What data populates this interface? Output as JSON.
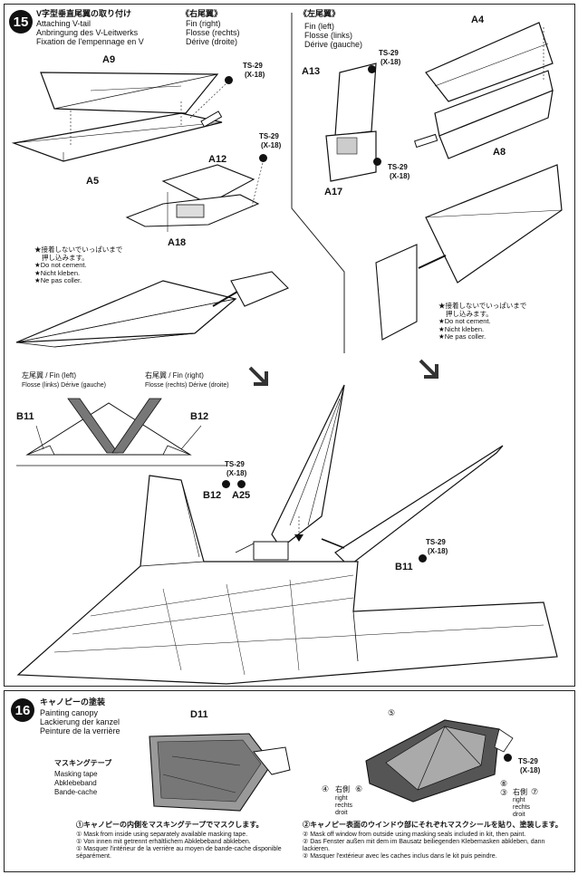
{
  "step15": {
    "number": "15",
    "title_jp": "V字型垂直尾翼の取り付け",
    "title_en": "Attaching V-tail",
    "title_de": "Anbringung des V-Leitwerks",
    "title_fr": "Fixation de l'empennage en V",
    "right_header_jp": "《右尾翼》",
    "right_header_en": "Fin (right)",
    "right_header_de": "Flosse (rechts)",
    "right_header_fr": "Dérive (droite)",
    "left_header_jp": "《左尾翼》",
    "left_header_en": "Fin (left)",
    "left_header_de": "Flosse (links)",
    "left_header_fr": "Dérive (gauche)",
    "parts": {
      "a9": "A9",
      "a5": "A5",
      "a12": "A12",
      "a18": "A18",
      "a4": "A4",
      "a8": "A8",
      "a13": "A13",
      "a17": "A17",
      "b11": "B11",
      "b12": "B12",
      "a25": "A25"
    },
    "screw": "TS-29",
    "screw_alt": "(X-18)",
    "no_cement_jp_1": "★接着しないでいっぱいまで",
    "no_cement_jp_2": "押し込みます。",
    "no_cement_en": "★Do not cement.",
    "no_cement_de": "★Nicht kleben.",
    "no_cement_fr": "★Ne pas coller.",
    "fin_left_label": "左尾翼 / Fin (left)",
    "fin_left_sub": "Flosse (links)   Dérive (gauche)",
    "fin_right_label": "右尾翼 / Fin (right)",
    "fin_right_sub": "Flosse (rechts)   Dérive (droite)"
  },
  "step16": {
    "number": "16",
    "title_jp": "キャノピーの塗装",
    "title_en": "Painting canopy",
    "title_de": "Lackierung der kanzel",
    "title_fr": "Peinture de la verrière",
    "part_d11": "D11",
    "masking_jp": "マスキングテープ",
    "masking_en": "Masking tape",
    "masking_de": "Abklebeband",
    "masking_fr": "Bande-cache",
    "num5": "⑤",
    "num6": "⑥",
    "num7": "⑦",
    "num8": "⑧",
    "num4": "④",
    "num3": "③",
    "right_side_jp": "右側",
    "right_en": "right",
    "right_de": "rechts",
    "right_fr": "droit",
    "screw": "TS-29",
    "screw_alt": "(X-18)",
    "inst1_jp": "①キャノピーの内側をマスキングテープでマスクします。",
    "inst1_en": "① Mask from inside using separately available masking tape.",
    "inst1_de": "① Von innen mit getrennt erhältlichem Abklebeband abkleben.",
    "inst1_fr": "① Masquer l'intérieur de la verrière au moyen de bande-cache disponible séparément.",
    "inst2_jp": "②キャノピー表面のウインドウ部にそれぞれマスクシールを貼り、塗装します。",
    "inst2_en": "② Mask off window from outside using masking seals included in kit, then paint.",
    "inst2_de": "② Das Fenster außen mit dem im Bausatz beiliegenden Klebemasken abkleben, dann lackieren.",
    "inst2_fr": "② Masquer l'extérieur avec les caches inclus dans le kit puis peindre."
  }
}
